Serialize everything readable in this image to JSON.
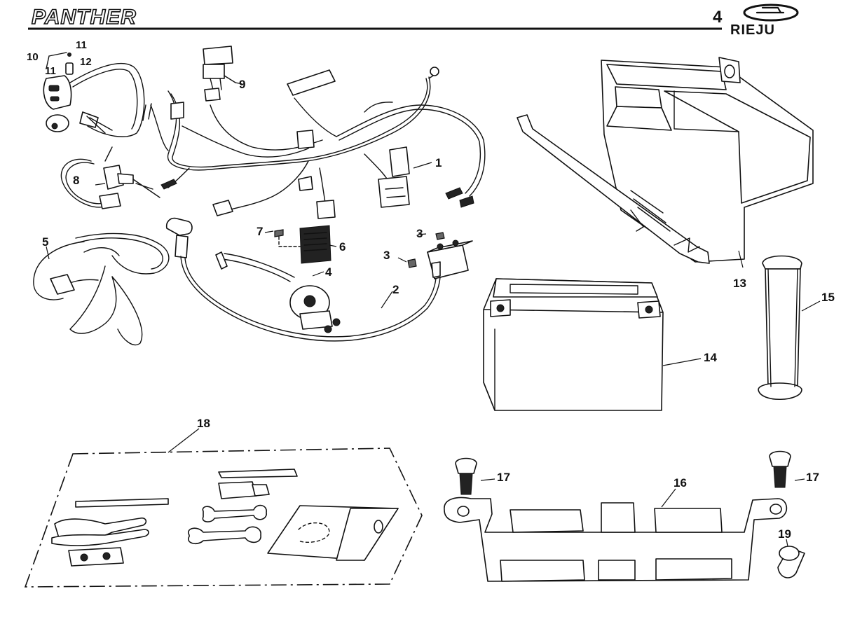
{
  "header": {
    "model_logo": "PANTHER",
    "page_number": "4",
    "manufacturer": "RIEJU"
  },
  "labels": {
    "p1": "1",
    "p2": "2",
    "p3a": "3",
    "p3b": "3",
    "p4": "4",
    "p5": "5",
    "p6": "6",
    "p7": "7",
    "p8": "8",
    "p9": "9",
    "p10": "10",
    "p11a": "11",
    "p11b": "11",
    "p12": "12",
    "p13": "13",
    "p14": "14",
    "p15": "15",
    "p16": "16",
    "p17a": "17",
    "p17b": "17",
    "p18": "18",
    "p19": "19"
  }
}
